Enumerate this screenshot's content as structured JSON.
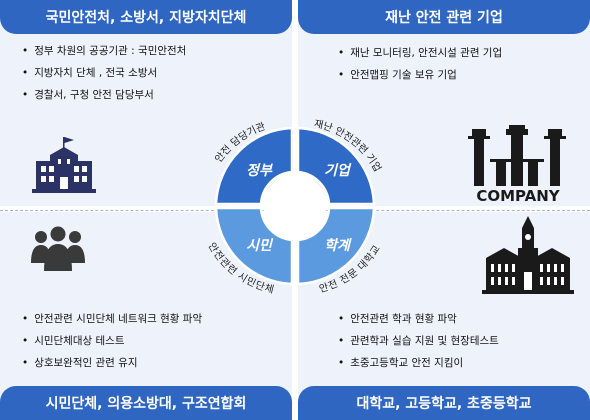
{
  "quadrants": {
    "top_left": {
      "title": "국민안전처, 소방서, 지방자치단체",
      "items": [
        "정부 차원의 공공기관 : 국민안전처",
        "지방자치 단체 , 전국 소방서",
        "경찰서, 구청 안전 담당부서"
      ]
    },
    "top_right": {
      "title": "재난 안전 관련 기업",
      "items": [
        "재난 모니터링, 안전시설 관련 기업",
        "안전맵핑 기술 보유 기업"
      ]
    },
    "bottom_left": {
      "title": "시민단체, 의용소방대, 구조연합회",
      "items": [
        "안전관련 시민단체 네트워크 현황 파악",
        "시민단체대상 테스트",
        "상호보완적인 관련 유지"
      ]
    },
    "bottom_right": {
      "title": "대학교, 고등학교, 초중등학교",
      "items": [
        "안전관련 학과 현황 파악",
        "관련학과 실습 지원 및 현장테스트",
        "초중고등학교 안전 지킴이"
      ]
    }
  },
  "wheel": {
    "segments": [
      "정부",
      "기업",
      "시민",
      "학계"
    ],
    "arc_labels": [
      "안전 담당기관",
      "재난 안전관련 기업",
      "안전관련 시민단체",
      "안전 전문 대학교"
    ],
    "colors": {
      "top": "#2e6ac6",
      "bottom": "#5c9ae0"
    }
  },
  "icons": {
    "top_left": "government-building-icon",
    "top_right": "company-logo",
    "bottom_left": "people-group-icon",
    "bottom_right": "university-building-icon"
  },
  "company_logo_text": "COMPANY"
}
